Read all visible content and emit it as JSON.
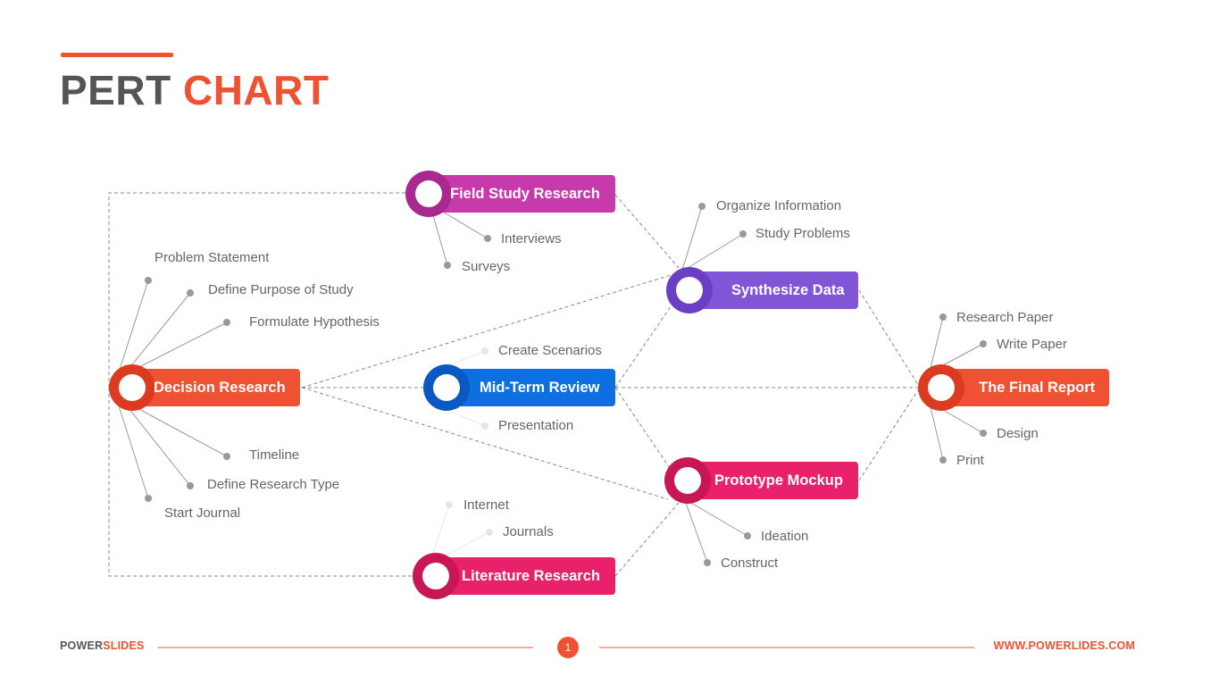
{
  "title": {
    "word1": "PERT",
    "word2": "CHART"
  },
  "nodes": {
    "decision": {
      "label": "Decision Research",
      "color": "#ee5233",
      "ring": "#dd3a22"
    },
    "field": {
      "label": "Field Study Research",
      "color": "#c63aab",
      "ring": "#a82990"
    },
    "midterm": {
      "label": "Mid-Term Review",
      "color": "#0d6fe0",
      "ring": "#0a58c2"
    },
    "literature": {
      "label": "Literature Research",
      "color": "#e8216a",
      "ring": "#c91656"
    },
    "synthesize": {
      "label": "Synthesize Data",
      "color": "#8055d6",
      "ring": "#6a3fc4"
    },
    "prototype": {
      "label": "Prototype Mockup",
      "color": "#e8216a",
      "ring": "#c91656"
    },
    "final": {
      "label": "The Final Report",
      "color": "#ee5233",
      "ring": "#dd3a22"
    }
  },
  "subitems": {
    "decision": [
      "Problem Statement",
      "Define Purpose of Study",
      "Formulate Hypothesis",
      "Timeline",
      "Define Research Type",
      "Start Journal"
    ],
    "field": [
      "Interviews",
      "Surveys"
    ],
    "midterm": [
      "Create Scenarios",
      "Presentation"
    ],
    "literature": [
      "Internet",
      "Journals"
    ],
    "synthesize": [
      "Organize Information",
      "Study Problems"
    ],
    "prototype": [
      "Ideation",
      "Construct"
    ],
    "final": [
      "Research Paper",
      "Write Paper",
      "Design",
      "Print"
    ]
  },
  "footer": {
    "brand1": "POWER",
    "brand2": "SLIDES",
    "page": "1",
    "url": "WWW.POWERLIDES.COM"
  },
  "colors": {
    "accent": "#ee5233",
    "text_gray": "#666666",
    "connector": "#888888",
    "dot": "#999999"
  }
}
